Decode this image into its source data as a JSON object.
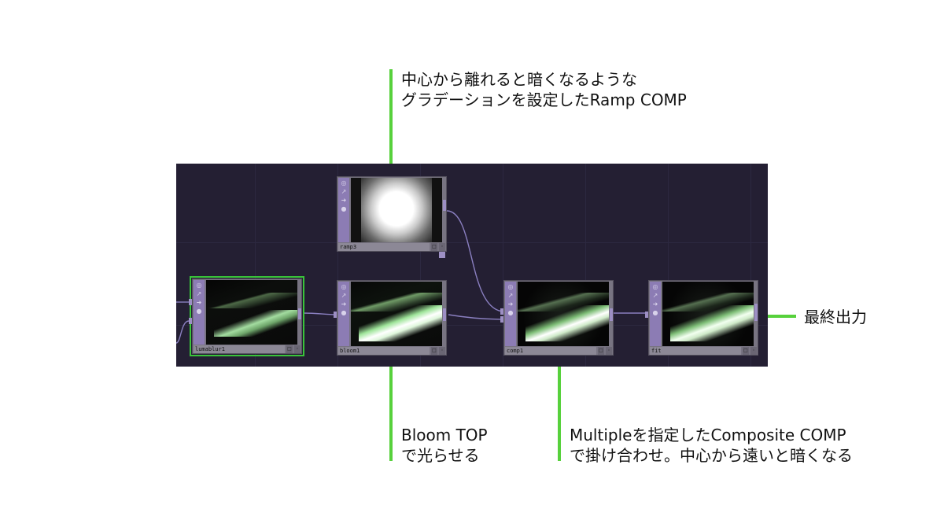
{
  "annotations": {
    "ramp": {
      "line1": "中心から離れると暗くなるような",
      "line2": "グラデーションを設定したRamp COMP"
    },
    "bloom": {
      "line1": "Bloom TOP",
      "line2": "で光らせる"
    },
    "comp": {
      "line1": "Multipleを指定したComposite COMP",
      "line2": "で掛け合わせ。中心から遠いと暗くなる"
    },
    "output": {
      "line1": "最終出力"
    }
  },
  "nodes": {
    "ramp": {
      "name": "ramp3"
    },
    "lumablur": {
      "name": "lumablur1"
    },
    "bloom": {
      "name": "bloom1"
    },
    "comp": {
      "name": "comp1"
    },
    "fit": {
      "name": "fit"
    }
  },
  "node_icons": [
    "viewer-toggle-icon",
    "bypass-icon",
    "display-flag-icon",
    "lock-icon"
  ],
  "colors": {
    "accent_green": "#57d13c",
    "network_bg": "#241f33",
    "node_side": "#8c7cb4",
    "wire": "#8a7fc0",
    "selected_outline": "#39c43a"
  }
}
